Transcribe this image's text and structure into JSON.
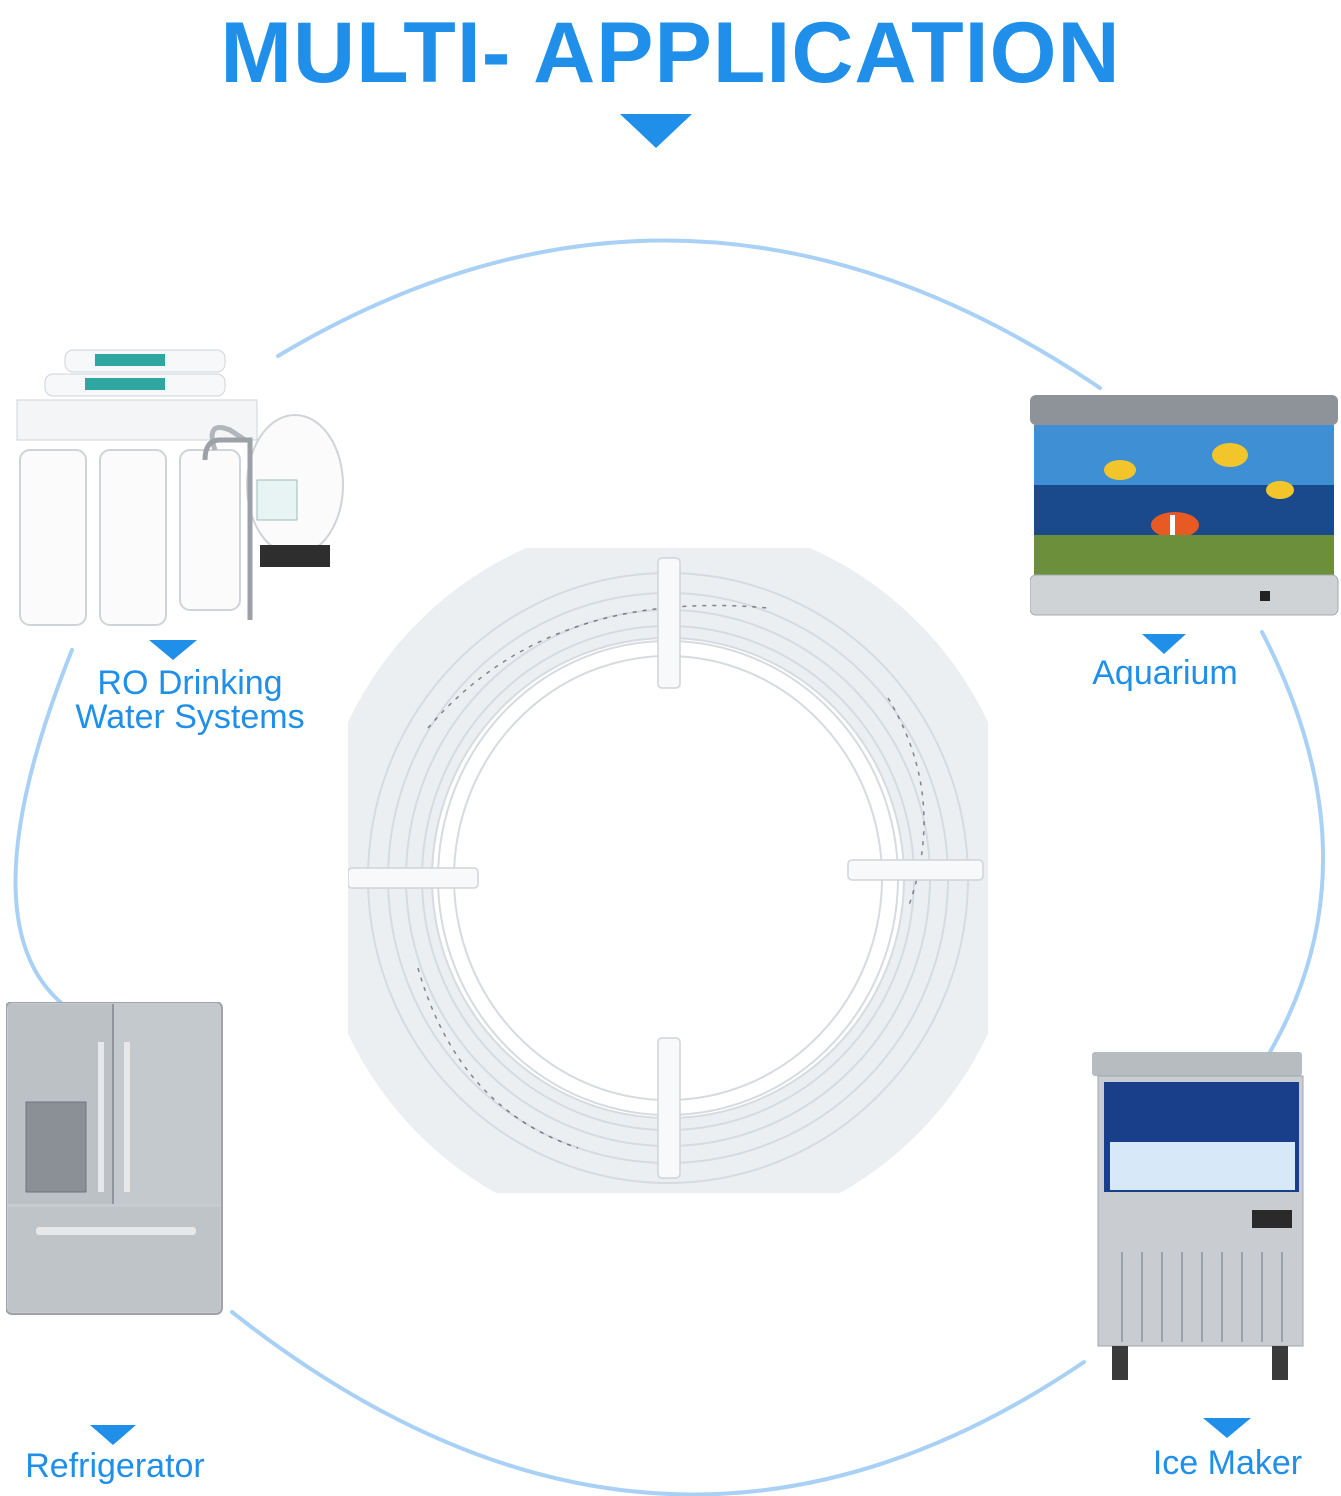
{
  "title": "MULTI- APPLICATION",
  "applications": [
    {
      "label_line1": "RO Drinking",
      "label_line2": "Water Systems",
      "icon": "ro-filter-system-icon"
    },
    {
      "label": "Aquarium",
      "icon": "aquarium-icon"
    },
    {
      "label": "Refrigerator",
      "icon": "refrigerator-icon"
    },
    {
      "label": "Ice Maker",
      "icon": "ice-maker-icon"
    }
  ],
  "center_product": {
    "icon": "tubing-coil-icon"
  },
  "colors": {
    "accent": "#1f8fea",
    "ring": "#a9d1f5"
  }
}
